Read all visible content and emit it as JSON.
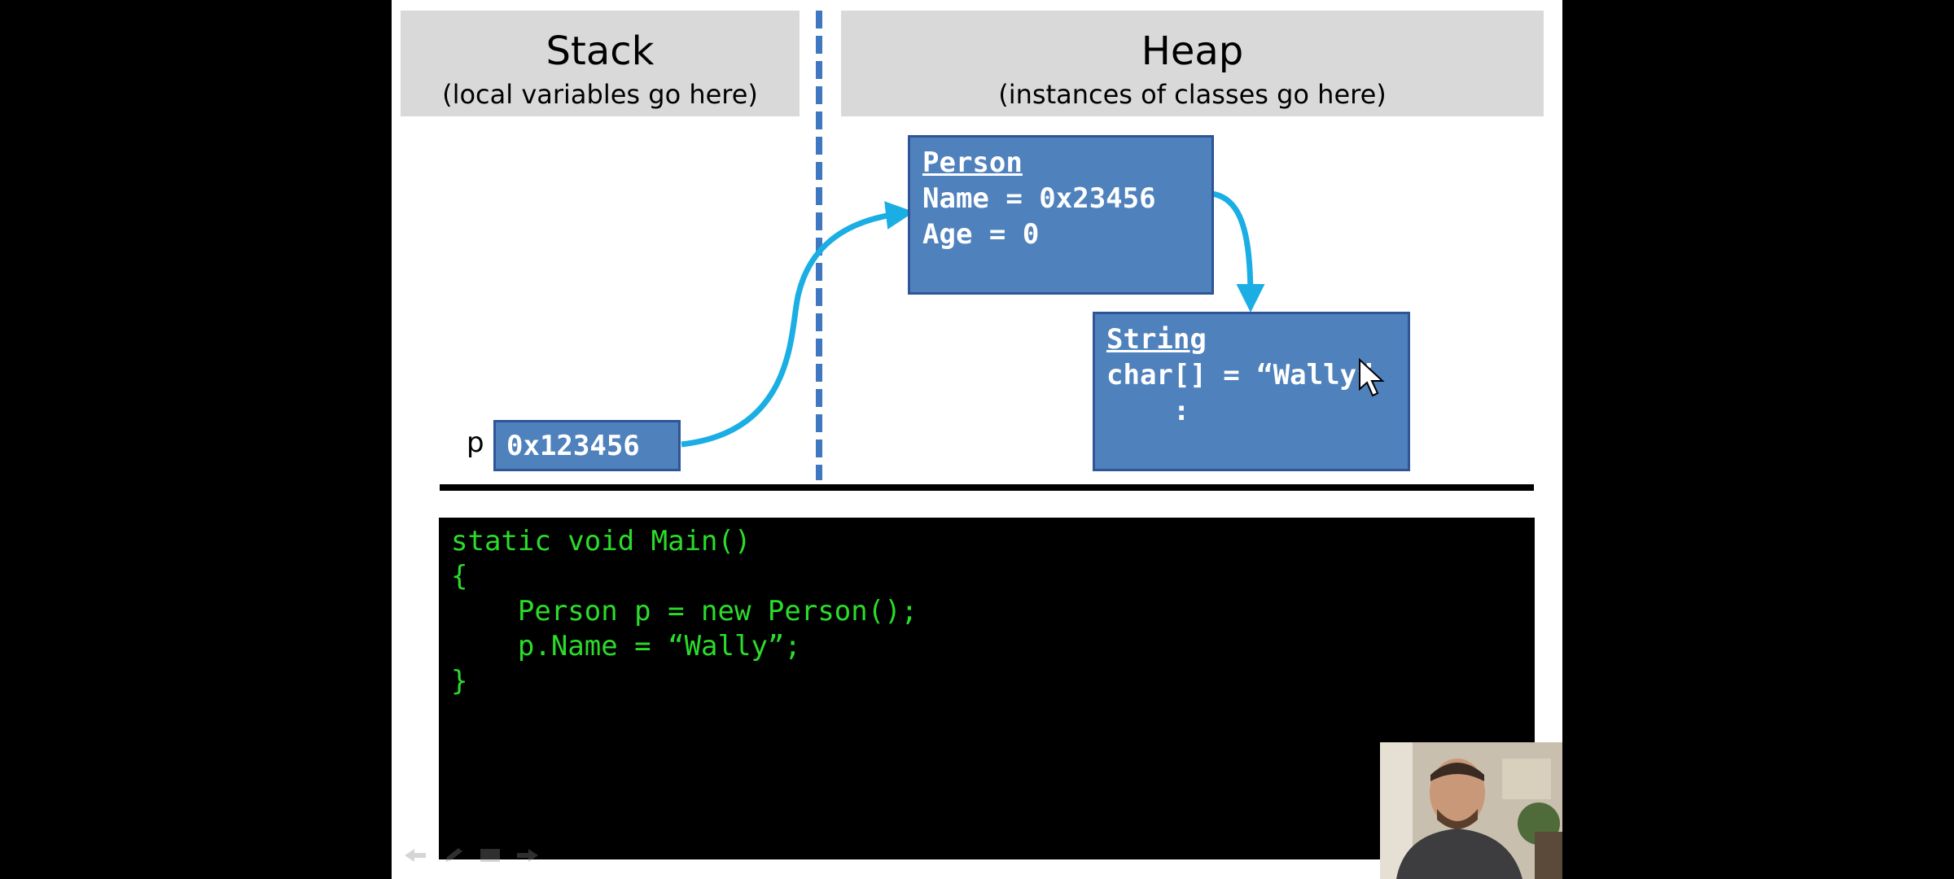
{
  "slide": {
    "stack_header": {
      "title": "Stack",
      "subtitle": "(local variables go here)"
    },
    "heap_header": {
      "title": "Heap",
      "subtitle": "(instances of classes go here)"
    },
    "person_object": {
      "heading": "Person",
      "fields": [
        "Name = 0x23456",
        "Age = 0"
      ]
    },
    "string_object": {
      "heading": "String",
      "fields": [
        "char[] = “Wally”",
        "    :"
      ]
    },
    "stack_variable": {
      "name": "p",
      "value": "0x123456"
    }
  },
  "code": {
    "lines": [
      "static void Main()",
      "{",
      "    Person p = new Person();",
      "    p.Name = “Wally”;",
      "}"
    ]
  },
  "colors": {
    "header_bg": "#d9d9d9",
    "box_fill": "#4f81bd",
    "box_border": "#2f5597",
    "arrow": "#1aaee4",
    "code_text": "#2bdc2b",
    "divider": "#3f77c0"
  },
  "icons": [
    "back-icon",
    "pen-icon",
    "slides-icon",
    "forward-icon",
    "mouse-cursor-icon"
  ]
}
